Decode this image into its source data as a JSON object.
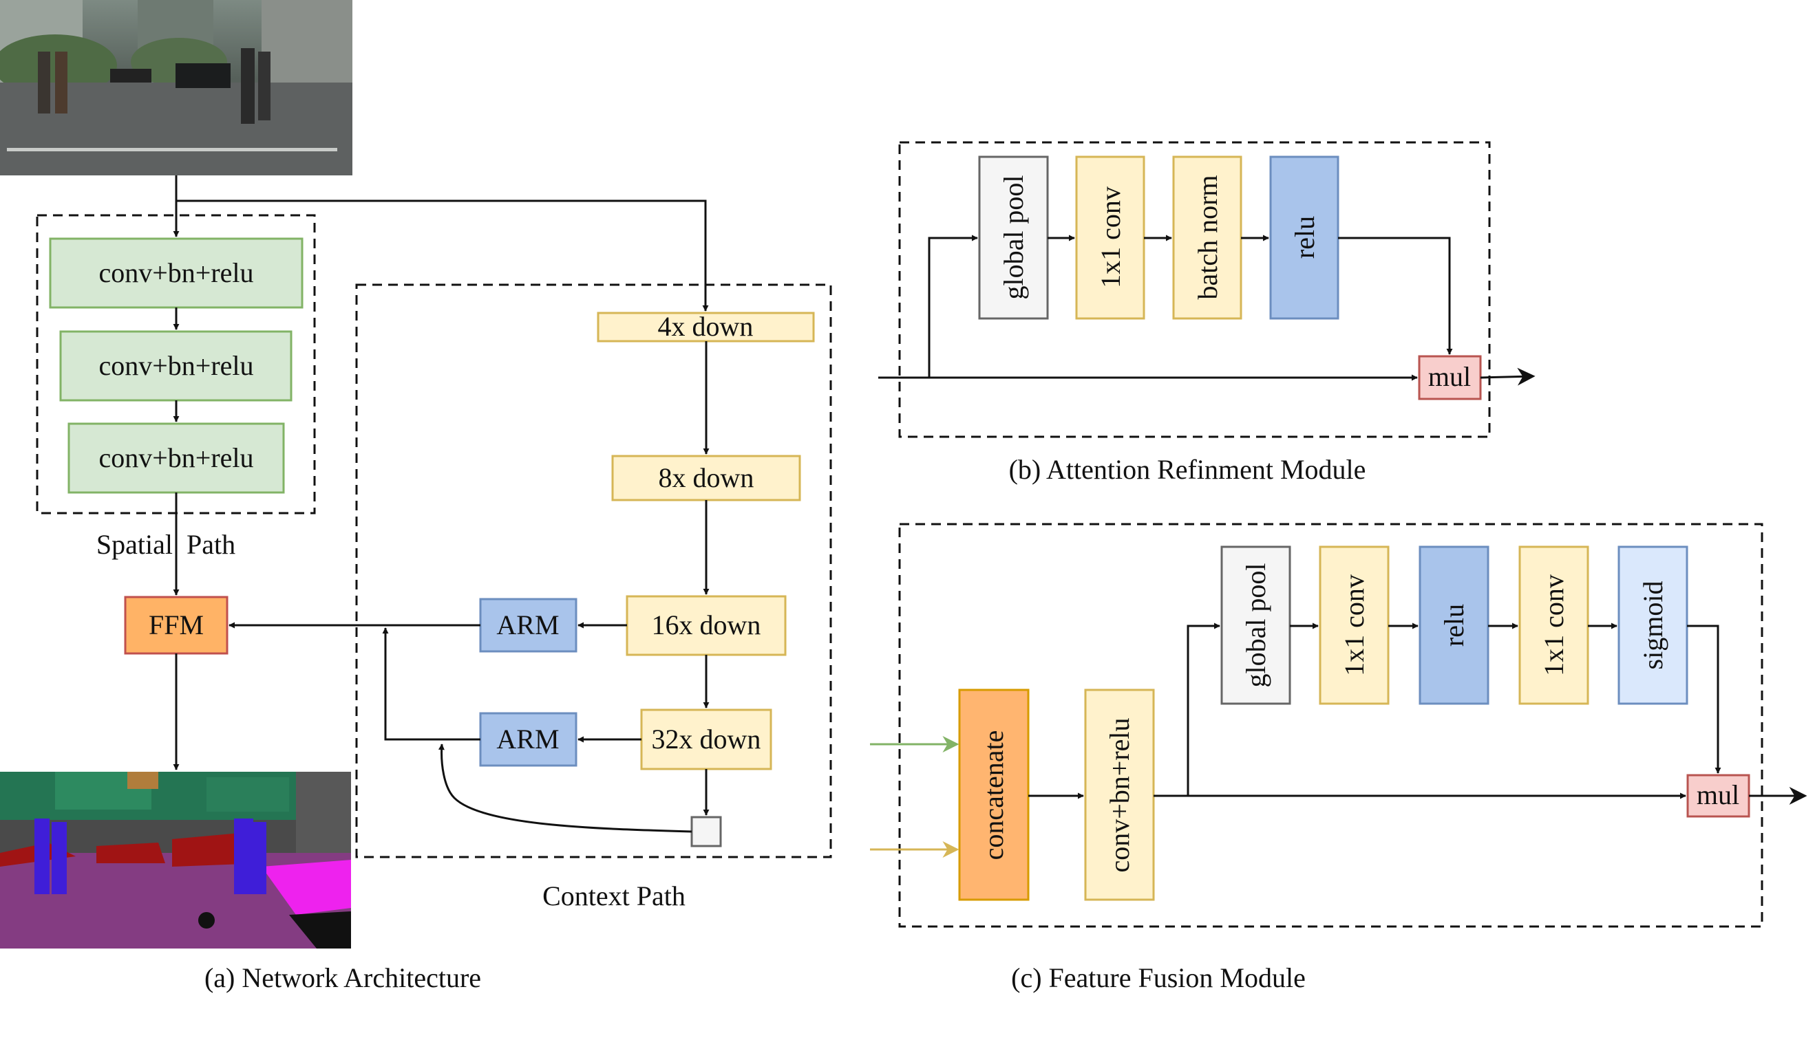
{
  "colors": {
    "green_fill": "#d6e8d3",
    "green_stroke": "#82b366",
    "yellow_fill": "#fff2cc",
    "yellow_stroke": "#d6b656",
    "blue_fill": "#a9c4eb",
    "blue_stroke": "#6c8ebf",
    "lightblue_fill": "#dae8fc",
    "orange_fill": "#ffb570",
    "orange_stroke": "#d79b00",
    "ffm_fill": "#ffb366",
    "ffm_stroke": "#c0504d",
    "red_fill": "#f8cecc",
    "red_stroke": "#b85450",
    "gray_fill": "#f5f5f5",
    "gray_stroke": "#666666",
    "green_arrow": "#82b366",
    "yellow_arrow": "#d6b656"
  },
  "architecture": {
    "spatial_blocks": [
      "conv+bn+relu",
      "conv+bn+relu",
      "conv+bn+relu"
    ],
    "spatial_label": "Spatial  Path",
    "context_blocks": [
      "4x down",
      "8x down",
      "16x down",
      "32x down"
    ],
    "arm_labels": [
      "ARM",
      "ARM"
    ],
    "ffm_label": "FFM",
    "context_label": "Context Path",
    "caption": "(a) Network Architecture"
  },
  "arm_module": {
    "blocks": [
      "global pool",
      "1x1 conv",
      "batch norm",
      "relu"
    ],
    "mul_label": "mul",
    "caption": "(b) Attention Refinment Module"
  },
  "ffm_module": {
    "concat_label": "concatenate",
    "conv_label": "conv+bn+relu",
    "blocks": [
      "global pool",
      "1x1 conv",
      "relu",
      "1x1 conv",
      "sigmoid"
    ],
    "mul_label": "mul",
    "caption": "(c) Feature Fusion Module"
  }
}
